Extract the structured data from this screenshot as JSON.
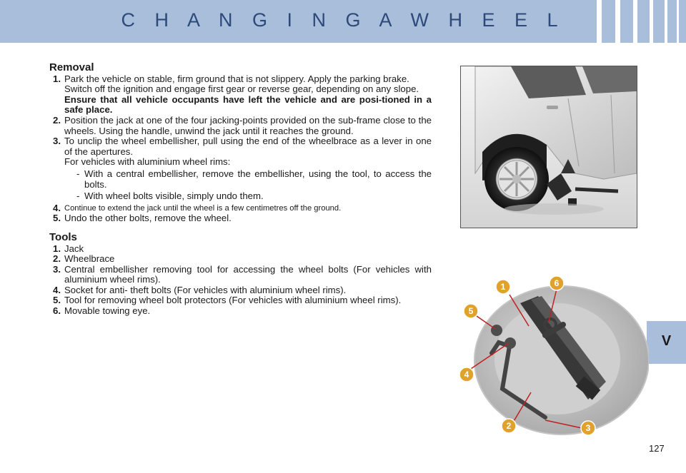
{
  "header": {
    "title": "C H A N G I N G   A   W H E E L"
  },
  "side_tab": {
    "label": "V"
  },
  "removal": {
    "heading": "Removal",
    "step1_num": "1.",
    "step1_a": "Park the vehicle on stable, firm ground that is not slippery. Apply the parking brake.",
    "step1_b": "Switch off the ignition and engage first gear or reverse gear, depending on any slope.",
    "step1_c": "Ensure that all vehicle occupants have left the vehicle and are posi-tioned in a safe place.",
    "step2_num": "2.",
    "step2": "Position the jack at one of the four jacking-points provided on the sub-frame close to the wheels. Using the handle, unwind the jack until it reaches the ground.",
    "step3_num": "3.",
    "step3_a": "To unclip the wheel embellisher, pull using the end of the wheelbrace as a lever in one of the apertures.",
    "step3_b": "For vehicles with aluminium wheel rims:",
    "step3_dash1": "With a central embellisher, remove the embellisher, using the tool, to access the bolts.",
    "step3_dash2": "With wheel bolts visible, simply undo them.",
    "dash": "-",
    "step4_num": "4.",
    "step4": "Continue to extend the jack until the wheel is a few centimetres off the ground.",
    "step5_num": "5.",
    "step5": "Undo the other bolts, remove the wheel."
  },
  "tools": {
    "heading": "Tools",
    "items": [
      {
        "num": "1.",
        "text": "Jack"
      },
      {
        "num": "2.",
        "text": "Wheelbrace"
      },
      {
        "num": "3.",
        "text": "Central embellisher removing tool for accessing the wheel bolts (For vehicles with aluminium wheel rims)."
      },
      {
        "num": "4.",
        "text": "Socket for anti- theft bolts (For vehicles with aluminium wheel rims)."
      },
      {
        "num": "5.",
        "text": "Tool for removing wheel bolt protectors (For vehicles with aluminium wheel rims)."
      },
      {
        "num": "6.",
        "text": "Movable towing eye."
      }
    ]
  },
  "diagram_labels": {
    "l1": "1",
    "l2": "2",
    "l3": "3",
    "l4": "4",
    "l5": "5",
    "l6": "6"
  },
  "page_number": "127",
  "colors": {
    "header": "#a9bedb",
    "title": "#2d4a7a",
    "callout": "#e0a22a",
    "leader": "#c02020"
  }
}
